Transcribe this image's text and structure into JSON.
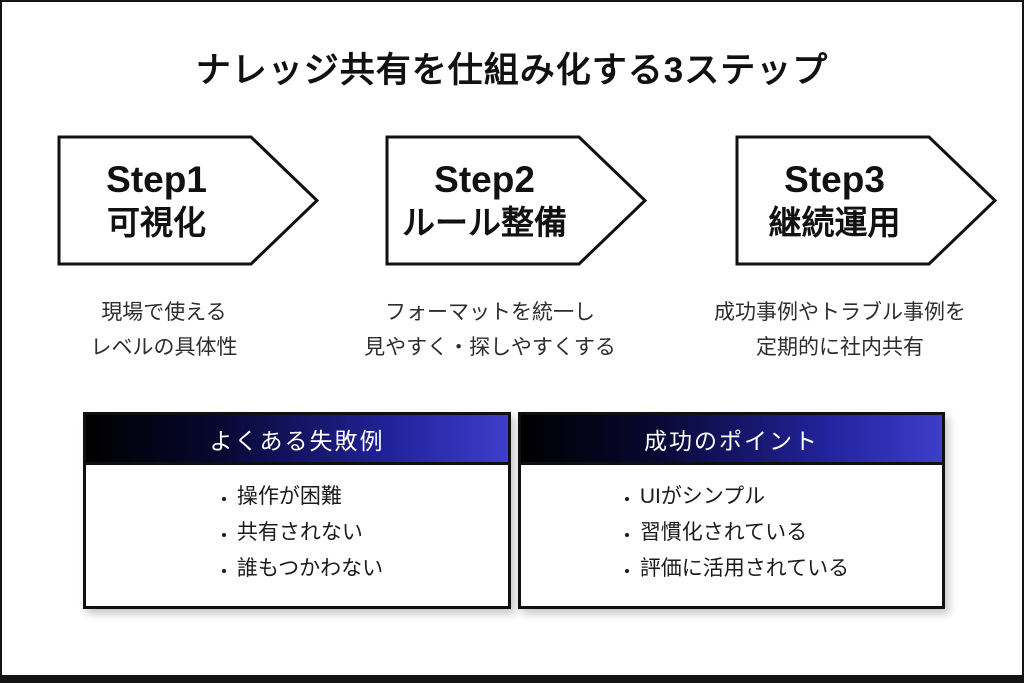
{
  "title": "ナレッジ共有を仕組み化する3ステップ",
  "steps": [
    {
      "label": "Step1",
      "name": "可視化",
      "desc_line1": "現場で使える",
      "desc_line2": "レベルの具体性"
    },
    {
      "label": "Step2",
      "name": "ルール整備",
      "desc_line1": "フォーマットを統一し",
      "desc_line2": "見やすく・探しやすくする"
    },
    {
      "label": "Step3",
      "name": "継続運用",
      "desc_line1": "成功事例やトラブル事例を",
      "desc_line2": "定期的に社内共有"
    }
  ],
  "panels": [
    {
      "title": "よくある失敗例",
      "items": [
        "操作が困難",
        "共有されない",
        "誰もつかわない"
      ]
    },
    {
      "title": "成功のポイント",
      "items": [
        "UIがシンプル",
        "習慣化されている",
        "評価に活用されている"
      ]
    }
  ],
  "colors": {
    "background": "#ffffff",
    "frame_border": "#141414",
    "arrow_stroke": "#111111",
    "text_primary": "#111111",
    "text_secondary": "#2d2d2d",
    "header_gradient_start": "#000000",
    "header_gradient_end": "#3d3dcb",
    "header_text": "#ffffff"
  }
}
